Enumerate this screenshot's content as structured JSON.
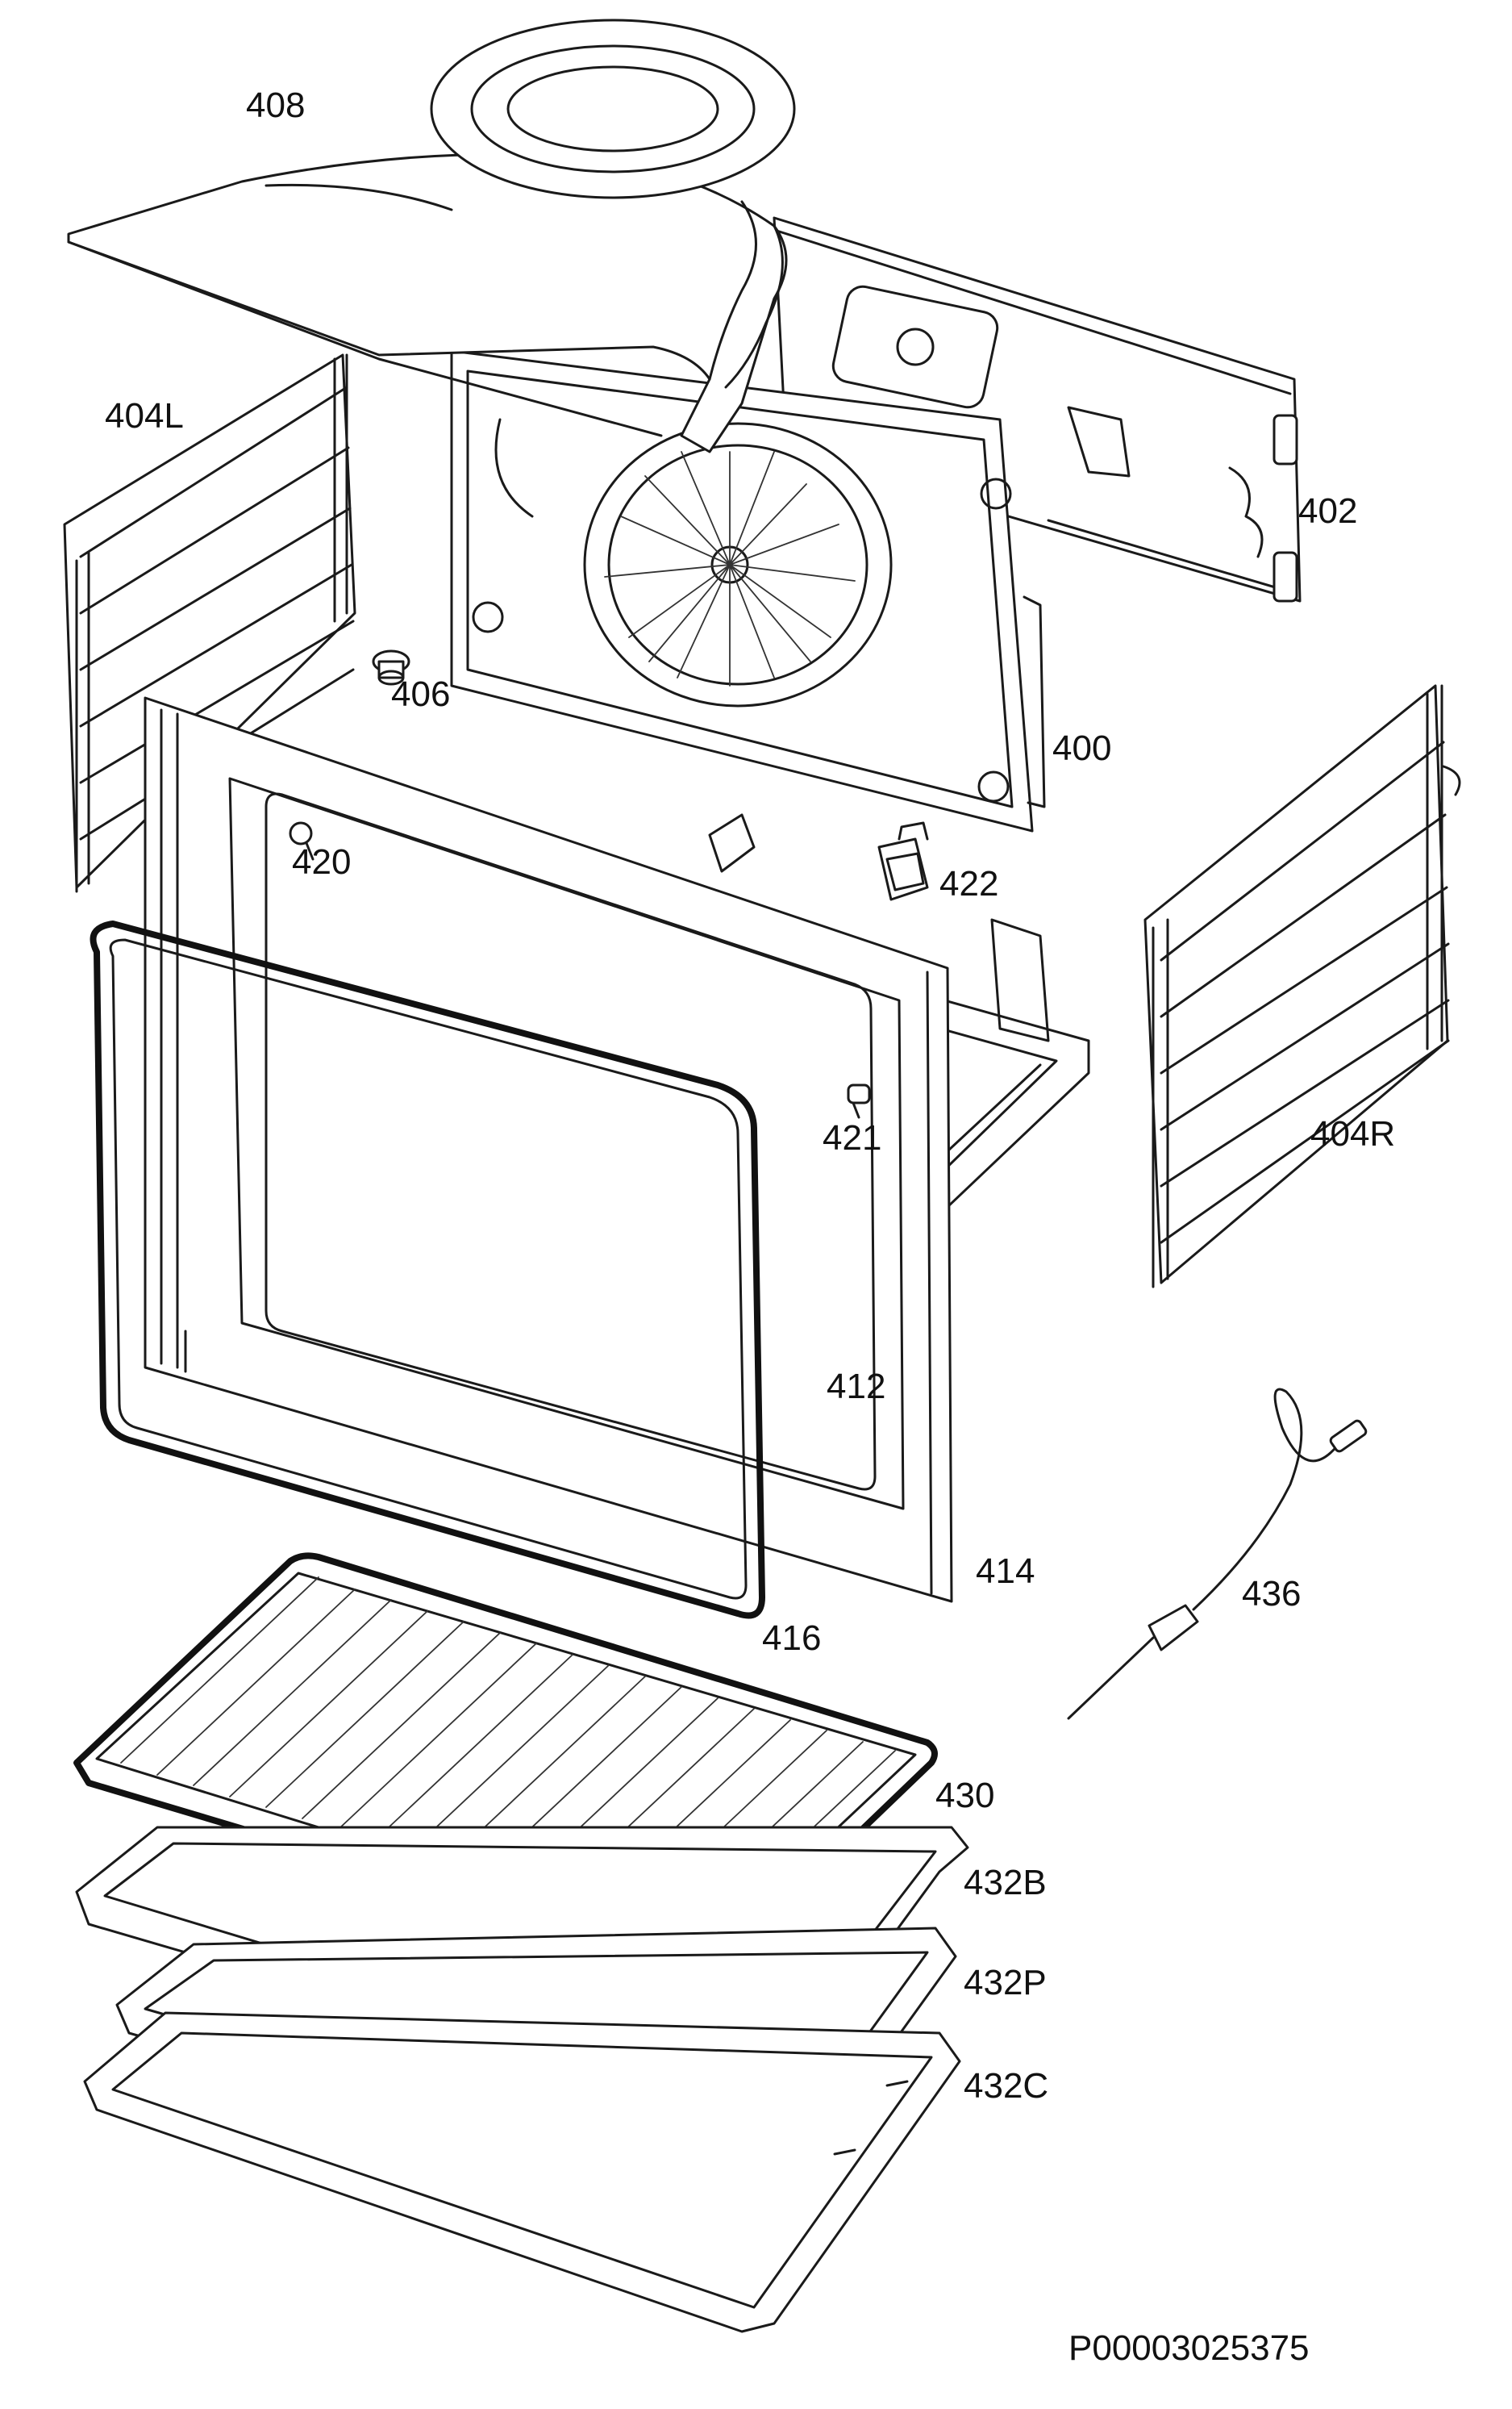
{
  "diagram": {
    "drawing_number": "P00003025375",
    "parts": [
      {
        "id": "408"
      },
      {
        "id": "404L"
      },
      {
        "id": "402"
      },
      {
        "id": "406"
      },
      {
        "id": "400"
      },
      {
        "id": "420"
      },
      {
        "id": "422"
      },
      {
        "id": "404R"
      },
      {
        "id": "421"
      },
      {
        "id": "412"
      },
      {
        "id": "414"
      },
      {
        "id": "436"
      },
      {
        "id": "416"
      },
      {
        "id": "430"
      },
      {
        "id": "432B"
      },
      {
        "id": "432P"
      },
      {
        "id": "432C"
      }
    ]
  }
}
